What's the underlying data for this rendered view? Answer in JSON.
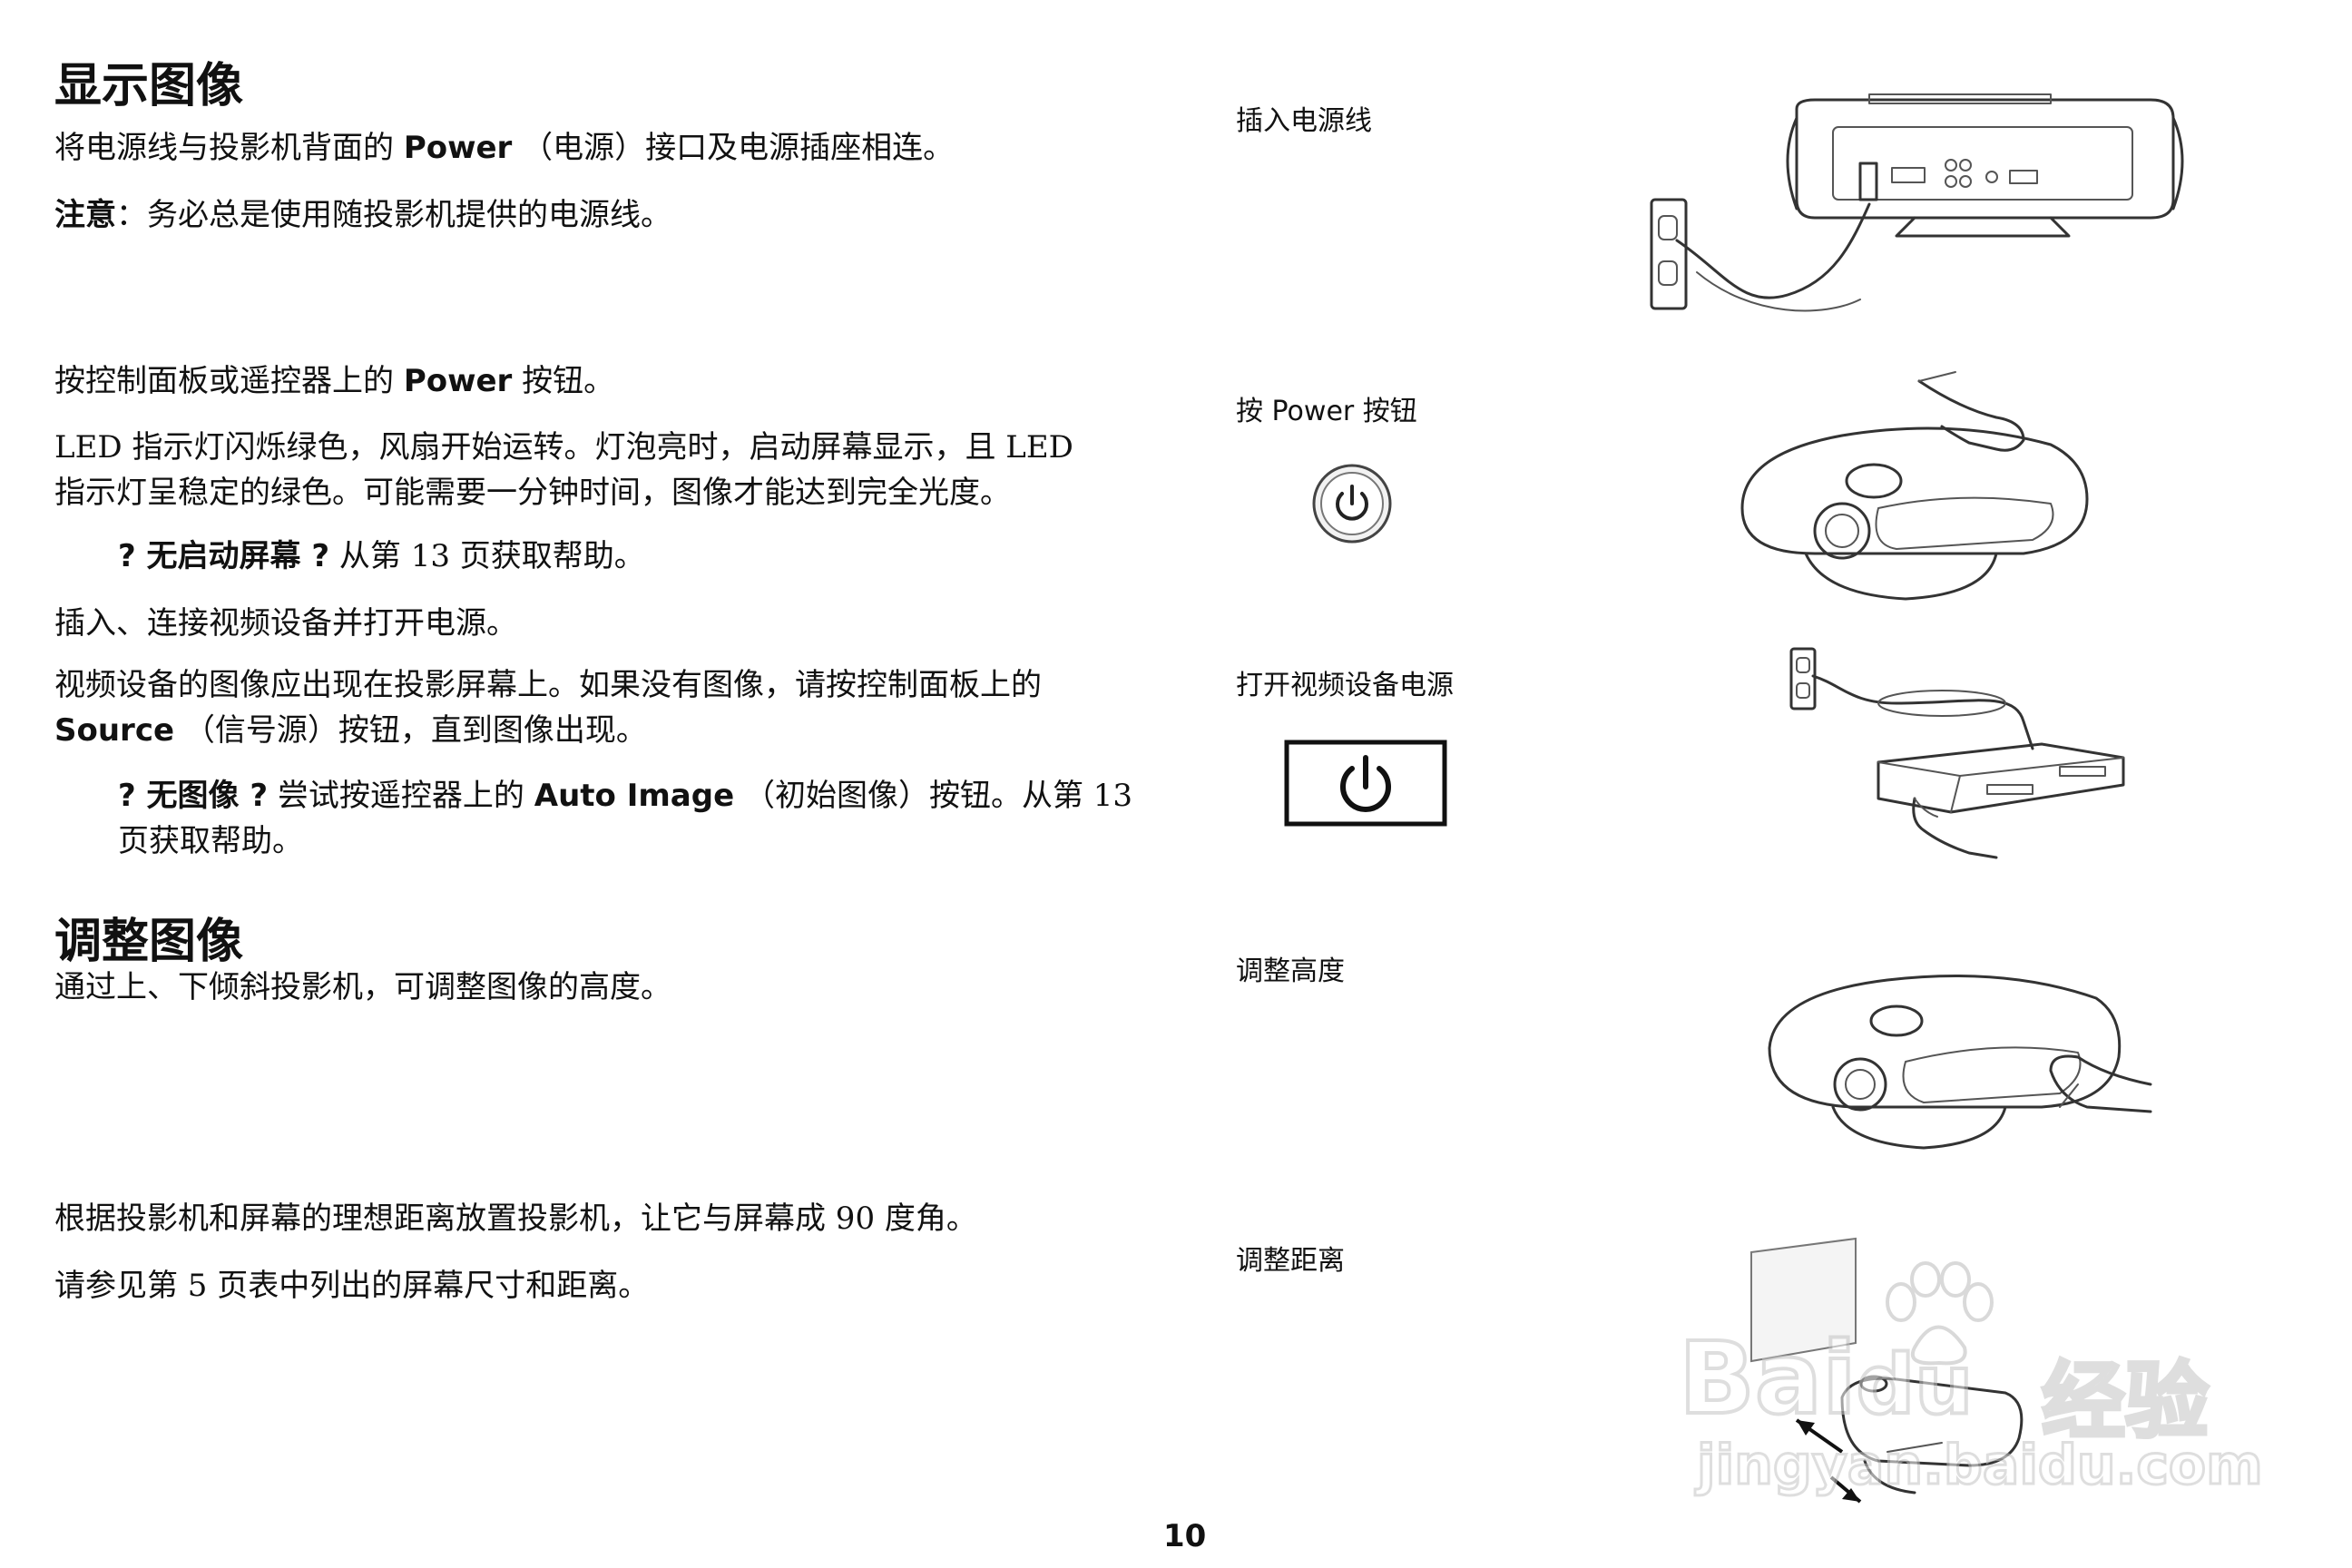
{
  "sections": [
    {
      "title": "显示图像"
    },
    {
      "title": "调整图像"
    }
  ],
  "paras": {
    "p1_pre": "将电源线与投影机背面的 ",
    "p1_bold": "Power",
    "p1_post": " （电源）接口及电源插座相连。",
    "note_bold": "注意",
    "note_text": "：务必总是使用随投影机提供的电源线。",
    "p2_pre": "按控制面板或遥控器上的 ",
    "p2_bold": "Power",
    "p2_post": " 按钮。",
    "p3_line1": "LED 指示灯闪烁绿色，风扇开始运转。灯泡亮时，启动屏幕显示，且 LED",
    "p3_line2": "指示灯呈稳定的绿色。可能需要一分钟时间，图像才能达到完全光度。",
    "tip1_bold": "? 无启动屏幕 ?",
    "tip1_text": " 从第  13 页获取帮助。",
    "p4": "插入、连接视频设备并打开电源。",
    "p5_line1": "视频设备的图像应出现在投影屏幕上。如果没有图像，请按控制面板上的",
    "p5_bold": "Source",
    "p5_post": " （信号源）按钮，直到图像出现。",
    "tip2_bold": "? 无图像 ?",
    "tip2_pre": " 尝试按遥控器上的 ",
    "tip2_bold2": "Auto Image",
    "tip2_post": " （初始图像）按钮。从第  13",
    "tip2_line2": "页获取帮助。",
    "p6": "通过上、下倾斜投影机，可调整图像的高度。",
    "p7": "根据投影机和屏幕的理想距离放置投影机，让它与屏幕成 90 度角。",
    "p8": "请参见第  5 页表中列出的屏幕尺寸和距离。"
  },
  "captions": {
    "c1": "插入电源线",
    "c2": "按 Power 按钮",
    "c3": "打开视频设备电源",
    "c4": "调整高度",
    "c5": "调整距离"
  },
  "page_number": "10",
  "watermark": {
    "brand": "Bai",
    "brand2": "du",
    "cn": "经验",
    "url": "jingyan.baidu.com"
  }
}
